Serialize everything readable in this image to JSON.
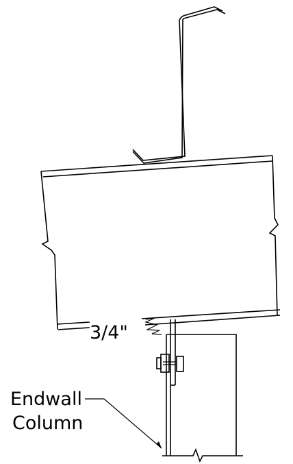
{
  "diagram": {
    "dimension_label": "3/4\"",
    "callout": {
      "line1": "Endwall",
      "line2": "Column"
    }
  }
}
